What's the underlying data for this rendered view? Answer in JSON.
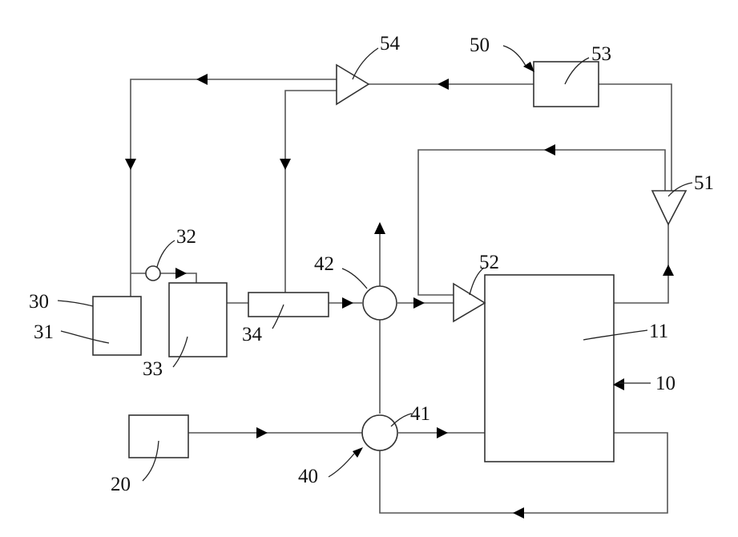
{
  "labels": {
    "l10": "10",
    "l11": "11",
    "l20": "20",
    "l30": "30",
    "l31": "31",
    "l32": "32",
    "l33": "33",
    "l34": "34",
    "l40": "40",
    "l41": "41",
    "l42": "42",
    "l50": "50",
    "l51": "51",
    "l52": "52",
    "l53": "53",
    "l54": "54"
  }
}
